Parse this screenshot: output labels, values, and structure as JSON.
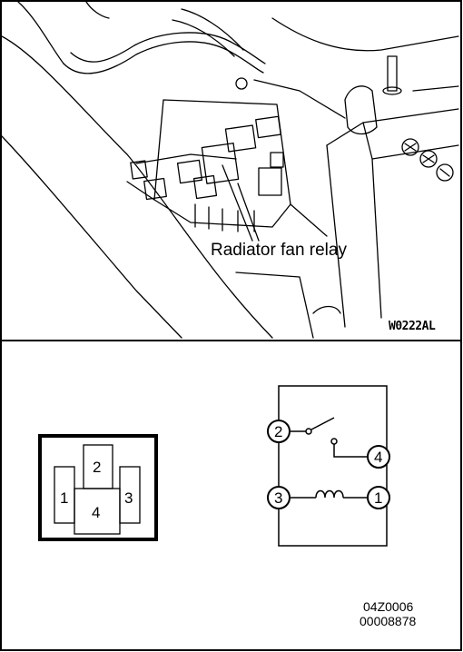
{
  "illustration": {
    "callout": "Radiator fan relay",
    "figure_code": "W0222AL"
  },
  "connector": {
    "pins": [
      "1",
      "2",
      "3",
      "4"
    ]
  },
  "schematic": {
    "terminals": [
      "1",
      "2",
      "3",
      "4"
    ]
  },
  "footer": {
    "code_1": "04Z0006",
    "code_2": "00008878"
  }
}
